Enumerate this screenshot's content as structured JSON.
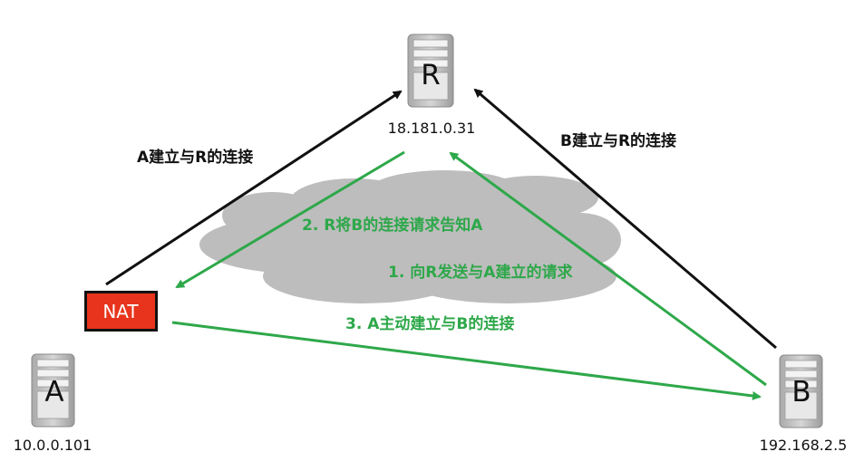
{
  "colors": {
    "arrow_black": "#111111",
    "arrow_green": "#2ea84a",
    "cloud": "#bdbdbd",
    "nat_fill": "#e8341c",
    "nat_text": "#ffffff",
    "server_body": "#c4c4c4",
    "server_panel": "#f3f3f3"
  },
  "servers": {
    "r": {
      "letter": "R",
      "ip": "18.181.0.31"
    },
    "a": {
      "letter": "A",
      "ip": "10.0.0.101"
    },
    "b": {
      "letter": "B",
      "ip": "192.168.2.5"
    }
  },
  "nat": {
    "label": "NAT"
  },
  "connections": {
    "a_to_r": "A建立与R的连接",
    "b_to_r": "B建立与R的连接",
    "step1": "1. 向R发送与A建立的请求",
    "step2": "2. R将B的连接请求告知A",
    "step3": "3. A主动建立与B的连接"
  }
}
